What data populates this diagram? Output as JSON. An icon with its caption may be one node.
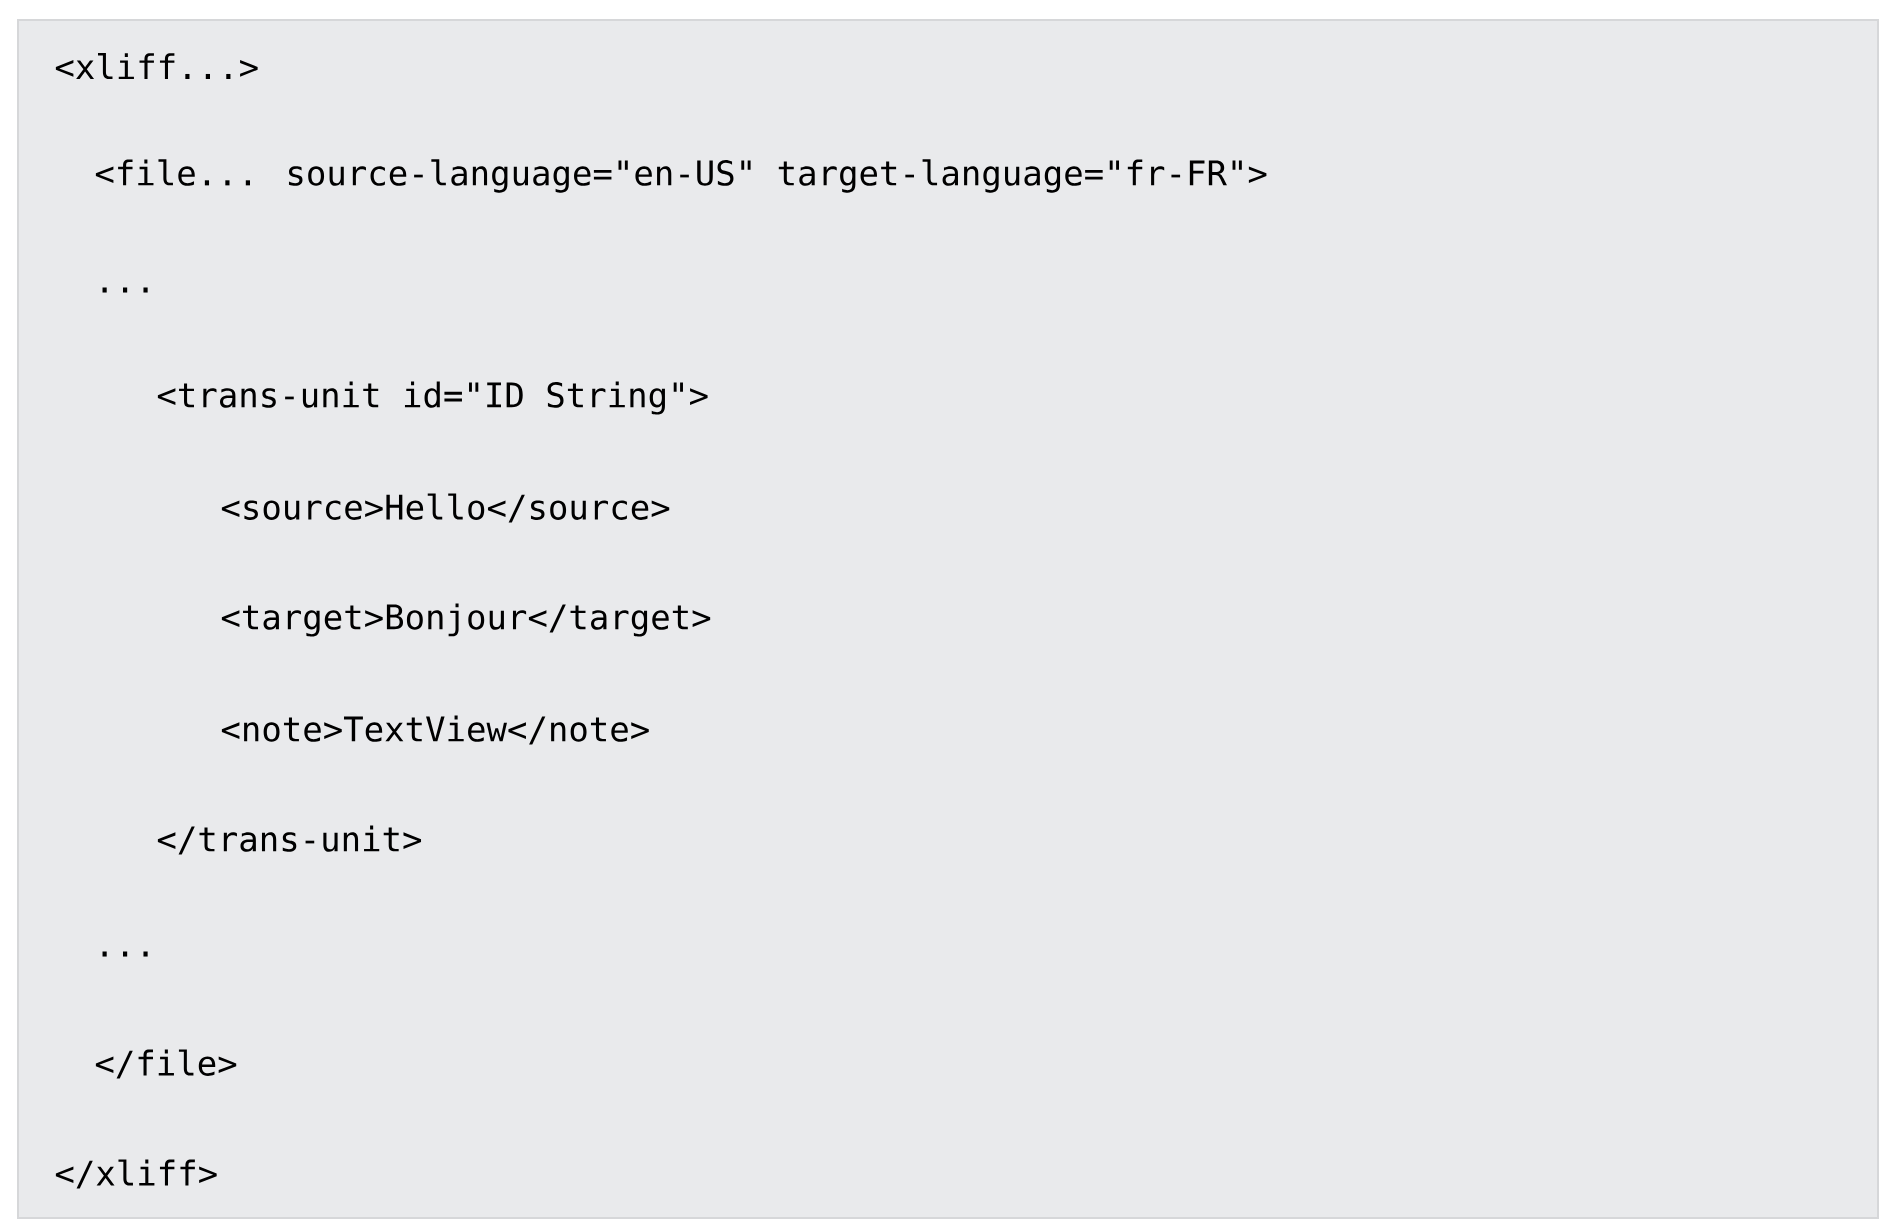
{
  "diagram": {
    "labels": [
      "<xliff...>",
      "<file... source-language=\"en-US\" target-language=\"fr-FR\">",
      "...",
      "<trans-unit id=\"ID String\">",
      "<source>Hello</source>",
      "<target>Bonjour</target>",
      "<note>TextView</note>",
      "</trans-unit>",
      "...",
      "</file>",
      "</xliff>"
    ]
  }
}
